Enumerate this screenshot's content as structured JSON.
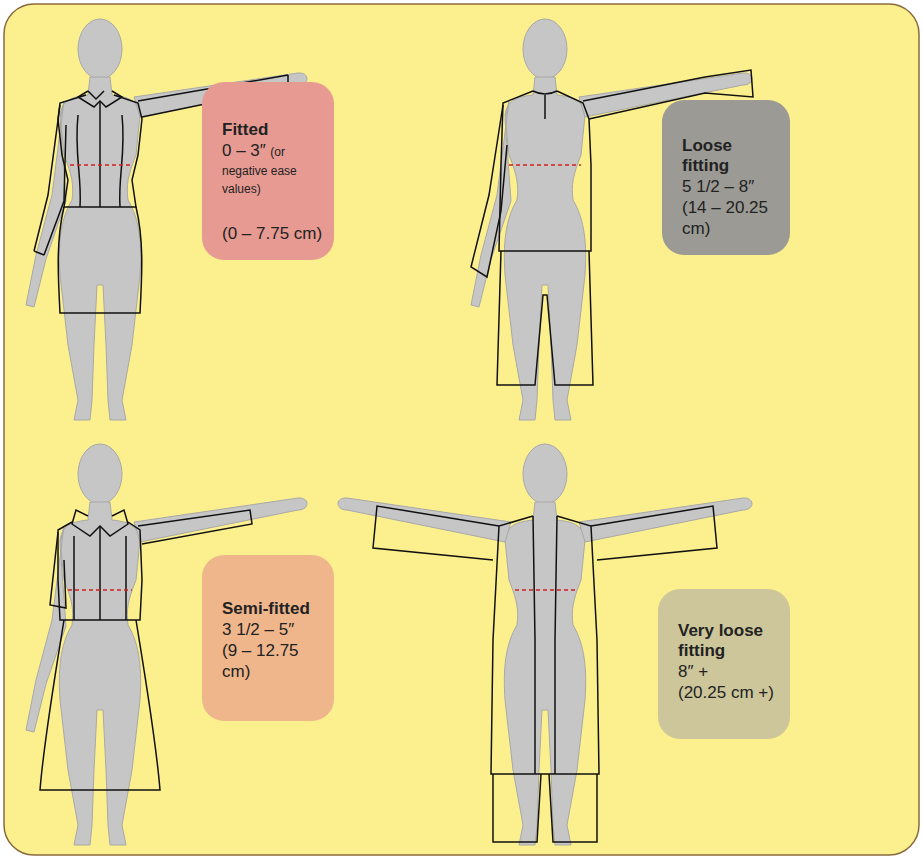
{
  "diagram": {
    "nodes": [
      {
        "text": [
          "Fitted",
          "0 – 3″",
          "(or negative ease values)",
          "(0 – 7.75 cm)"
        ]
      },
      {
        "text": [
          "Loose fitting",
          "5 1/2 – 8″",
          "(14 – 20.25 cm)"
        ]
      },
      {
        "text": [
          "Semi-fitted",
          "3 1/2 – 5″",
          "(9 – 12.75 cm)"
        ]
      },
      {
        "text": [
          "Very loose fitting",
          "8″ +",
          "(20.25 cm +)"
        ]
      }
    ]
  }
}
